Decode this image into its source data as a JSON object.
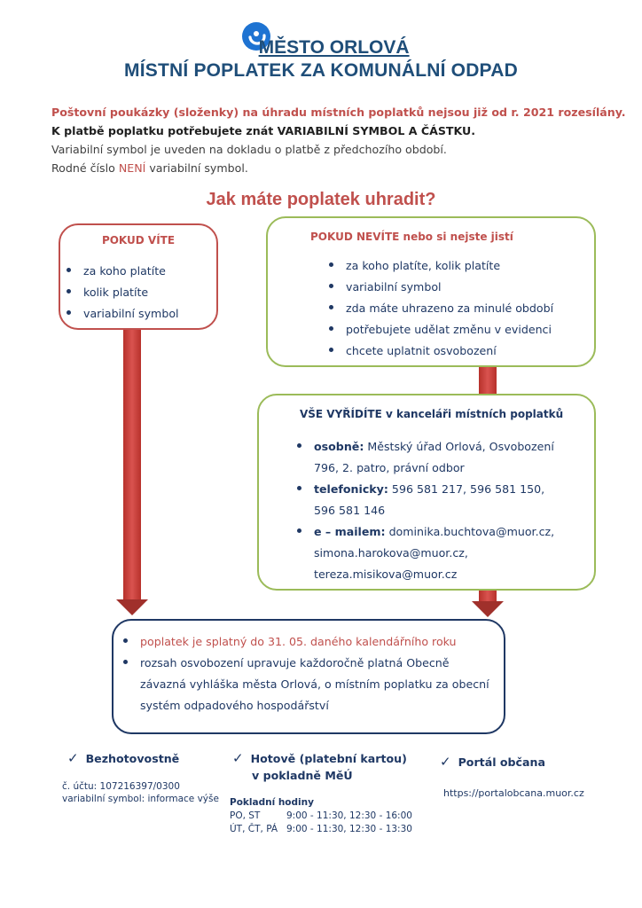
{
  "header": {
    "town": "MĚSTO ORLOVÁ",
    "title": "MÍSTNÍ POPLATEK ZA KOMUNÁLNÍ ODPAD"
  },
  "intro": {
    "line1": "Poštovní poukázky (složenky) na úhradu místních poplatků nejsou již od r. 2021 rozesílány.",
    "line2": "K platbě poplatku potřebujete znát VARIABILNÍ SYMBOL A ČÁSTKU.",
    "line3": "Variabilní symbol je uveden na dokladu o platbě z předchozího období.",
    "line4_a": "Rodné číslo ",
    "line4_b": "NENÍ",
    "line4_c": " variabilní symbol."
  },
  "question": "Jak máte poplatek uhradit?",
  "box_know": {
    "heading": "POKUD VÍTE",
    "items": [
      "za koho platíte",
      "kolik platíte",
      "variabilní symbol"
    ]
  },
  "box_unsure": {
    "heading": "POKUD NEVÍTE nebo si nejste jistí",
    "items": [
      "za koho platíte, kolik platíte",
      "variabilní symbol",
      "zda máte uhrazeno za minulé období",
      "potřebujete udělat změnu v evidenci",
      "chcete uplatnit osvobození"
    ]
  },
  "box_office": {
    "heading": "VŠE VYŘÍDÍTE v kanceláři místních poplatků",
    "personal_label": "osobně:",
    "personal_l1": " Městský úřad Orlová, Osvobození",
    "personal_l2": "796, 2. patro, právní odbor",
    "phone_label": "telefonicky:",
    "phone_l1": " 596 581 217, 596 581 150,",
    "phone_l2": "596 581 146",
    "mail_label": "e – mailem:",
    "mail_l1": " dominika.buchtova@muor.cz,",
    "mail_l2": "simona.harokova@muor.cz,",
    "mail_l3": "tereza.misikova@muor.cz"
  },
  "box_info": {
    "item1": "poplatek je splatný do 31. 05. daného kalendářního roku",
    "item2_l1": "rozsah osvobození upravuje každoročně platná Obecně",
    "item2_l2": "závazná vyhláška města Orlová, o místním poplatku za obecní",
    "item2_l3": "systém odpadového hospodářství"
  },
  "payment": {
    "cashless_label": "Bezhotovostně",
    "account": "č. účtu: 107216397/0300",
    "vs": "variabilní symbol: informace výše",
    "cash_l1": "Hotově (platební kartou)",
    "cash_l2": "v pokladně MěÚ",
    "hours_title": "Pokladní hodiny",
    "hours_row1_days": "PO, ST",
    "hours_row1_time": "9:00 - 11:30, 12:30 - 16:00",
    "hours_row2_days": "ÚT, ČT, PÁ",
    "hours_row2_time": "9:00 - 11:30, 12:30 - 13:30",
    "portal_label": "Portál občana",
    "portal_url": "https://portalobcana.muor.cz"
  },
  "colors": {
    "navy": "#1f3864",
    "red": "#c0504d",
    "green": "#9bbb59",
    "logo_blue": "#1e73d2"
  },
  "icons": [
    "town-logo-icon",
    "check-icon",
    "arrow-down-icon"
  ]
}
